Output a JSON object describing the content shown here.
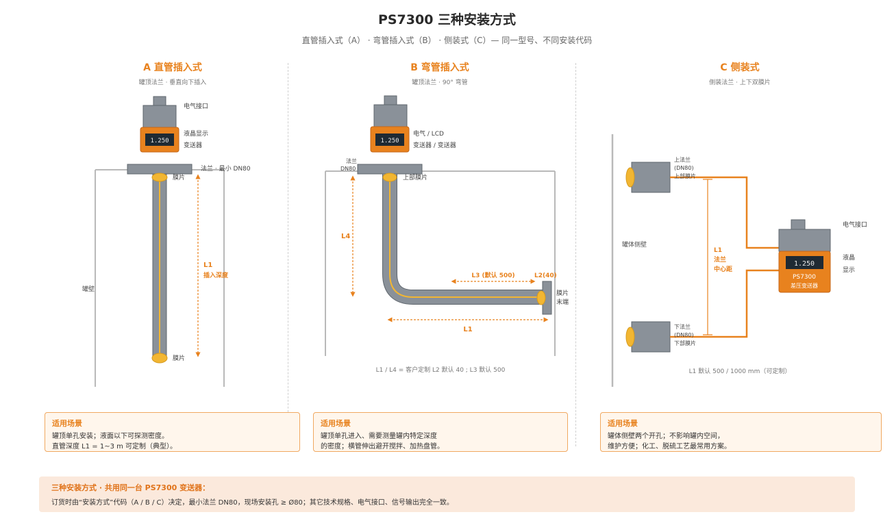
{
  "header": {
    "title": "PS7300 三种安装方式",
    "subtitle": "直管插入式（A） · 弯管插入式（B） · 侧装式（C）— 同一型号、不同安装代码"
  },
  "columns": {
    "a": {
      "title": "A 直管插入式",
      "sub": "罐顶法兰 · 垂直向下插入",
      "labels": {
        "elec": "电气接口",
        "disp1": "液晶显示",
        "disp2": "变送器",
        "flange": "法兰 · 最小 DN80",
        "top_diaph": "膜片",
        "l1": "L1",
        "l1b": "插入深度",
        "wall": "罐壁",
        "bottom_diaph": "膜片"
      },
      "lcd": "1.250"
    },
    "b": {
      "title": "B 弯管插入式",
      "sub": "罐顶法兰 · 90° 弯管",
      "labels": {
        "flange1": "法兰",
        "flange2": "DN80",
        "elec1": "电气 / LCD",
        "elec2": "变送器 / 变送器",
        "top_diaph": "上部膜片",
        "l4": "L4",
        "l3": "L3 (默认 500)",
        "l2": "L2(40)",
        "end1": "膜片",
        "end2": "末端",
        "l1": "L1",
        "note": "L1 / L4 = 客户定制 L2 默认 40 ; L3 默认 500"
      },
      "lcd": "1.250"
    },
    "c": {
      "title": "C 侧装式",
      "sub": "侧装法兰 · 上下双膜片",
      "labels": {
        "up1": "上法兰",
        "up2": "(DN80)",
        "up3": "上部膜片",
        "wall": "罐体侧壁",
        "elec": "电气接口",
        "l1a": "L1",
        "l1b": "法兰",
        "l1c": "中心距",
        "lcd1": "液晶",
        "lcd2": "显示",
        "dn1": "下法兰",
        "dn2": "(DN80)",
        "dn3": "下部膜片",
        "model": "PS7300",
        "model_sub": "差压变送器",
        "note": "L1 默认 500 / 1000 mm（可定制）"
      },
      "lcd": "1.250"
    }
  },
  "boxes": {
    "heading": "适用场景",
    "a": [
      "罐顶单孔安装；液面以下可探测密度。",
      "直管深度 L1 = 1~3 m 可定制（典型）。"
    ],
    "b": [
      "罐顶单孔进入、需要测量罐内特定深度",
      "的密度；横管伸出避开搅拌、加热盘管。"
    ],
    "c": [
      "罐体侧壁两个开孔；不影响罐内空间，",
      "维护方便；化工、脱硫工艺最常用方案。"
    ]
  },
  "footer": {
    "heading": "三种安装方式 · 共用同一台 PS7300 变送器：",
    "text": "订货时由“安装方式”代码（A / B / C）决定，最小法兰 DN80，现场安装孔 ≥ Ø80；其它技术规格、电气接口、信号输出完全一致。"
  },
  "colors": {
    "orange": "#e8821e",
    "steel": "#8a9199",
    "steel_dark": "#5f666d",
    "yellow": "#f2b632",
    "wall": "#b9b9b9"
  }
}
